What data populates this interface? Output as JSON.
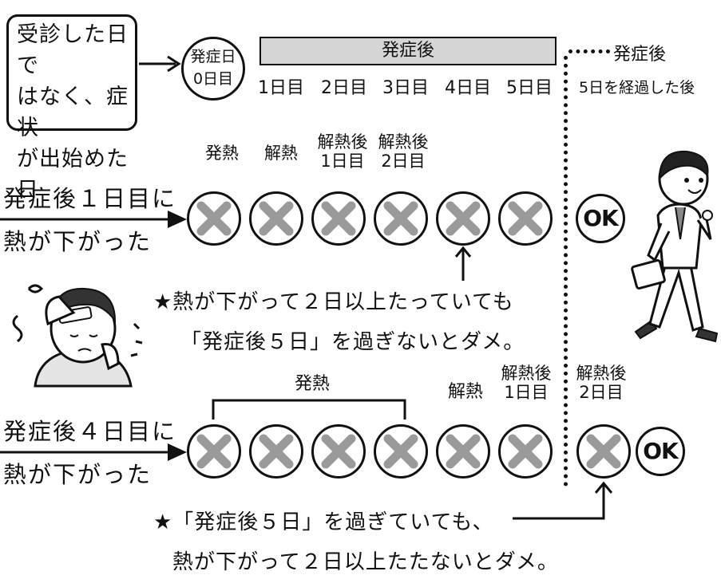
{
  "note": {
    "lines": [
      "受診した日で",
      "はなく、症状",
      "が出始めた日"
    ]
  },
  "day0": {
    "line1": "発症日",
    "line2": "0日目"
  },
  "bar_label": "発症後",
  "day_labels": [
    "1日目",
    "2日目",
    "3日目",
    "4日目",
    "5日目"
  ],
  "after": {
    "title": "発症後",
    "subtitle": "5日を経過した後"
  },
  "row1": {
    "left_label": [
      "発症後１日目に",
      "熱が下がった"
    ],
    "circle_labels": [
      "発熱",
      "解熱",
      "解熱後\n1日目",
      "解熱後\n2日目"
    ],
    "ok": "OK",
    "note": [
      "★熱が下がって２日以上たっていても",
      "「発症後５日」を過ぎないとダメ。"
    ]
  },
  "row2": {
    "left_label": [
      "発症後４日目に",
      "熱が下がった"
    ],
    "bracket_label": "発熱",
    "circle_labels": [
      "解熱",
      "解熱後\n1日目",
      "解熱後\n2日目"
    ],
    "ok": "OK",
    "note": [
      "★「発症後５日」を過ぎていても、",
      "熱が下がって２日以上たたないとダメ。"
    ]
  },
  "colors": {
    "x_mark": "#9a9a9a",
    "bar_fill": "#d6d6d6",
    "line": "#111111"
  },
  "icons": [
    "sick-person-illustration",
    "walking-businessman-illustration"
  ]
}
